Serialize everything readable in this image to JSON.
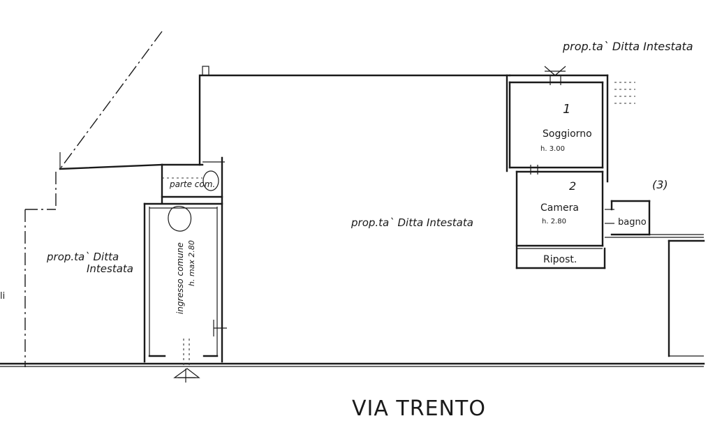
{
  "labels": {
    "owner_top_right": "prop.ta` Ditta Intestata",
    "owner_center": "prop.ta` Ditta Intestata",
    "owner_left_line1": "prop.ta` Ditta",
    "owner_left_line2": "Intestata",
    "parte_comune": "parte com.",
    "ingresso": "ingresso comune",
    "ingresso_height": "h. max 2.80",
    "soggiorno": "Soggiorno",
    "soggiorno_height": "h. 3.00",
    "camera": "Camera",
    "camera_height": "h. 2.80",
    "ripostiglio": "Ripost.",
    "bagno": "bagno",
    "mark_soggiorno": "1",
    "mark_camera": "2",
    "mark_bagno": "(3)",
    "edge_fragment": "li"
  },
  "street": "VIA TRENTO"
}
